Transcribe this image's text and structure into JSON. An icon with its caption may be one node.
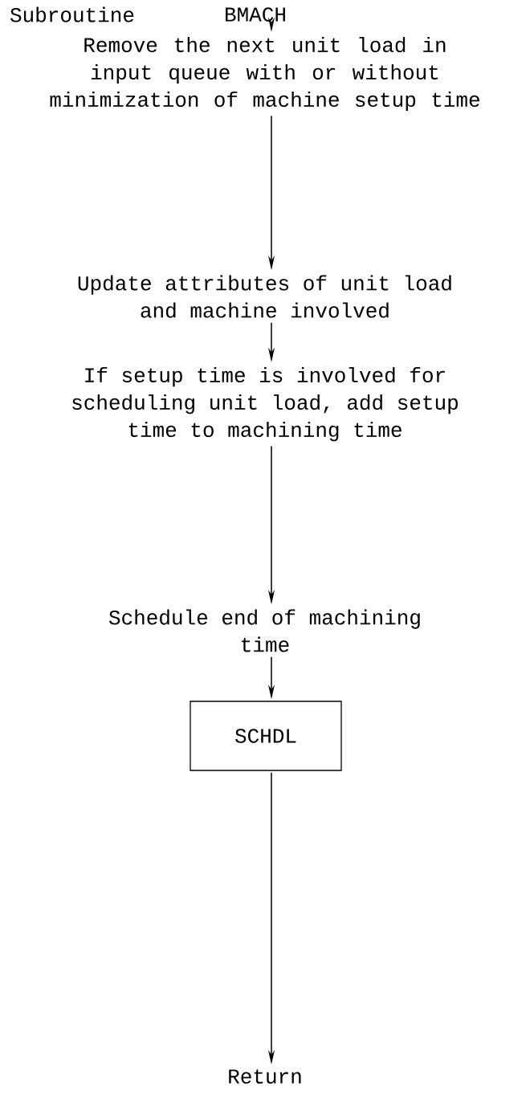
{
  "diagram": {
    "nodes": [
      {
        "text": [
          "BMACH"
        ]
      },
      {
        "text": [
          "Remove the next unit load in input queue with or without minimization of machine setup time"
        ]
      },
      {
        "text": [
          "Update attributes of unit load and machine involved"
        ]
      },
      {
        "text": [
          "If setup time is involved for scheduling unit load, add setup time to machining time"
        ]
      },
      {
        "text": [
          "Schedule end of machining time"
        ]
      },
      {
        "text": [
          "SCHDL"
        ]
      },
      {
        "text": [
          "Return"
        ]
      }
    ],
    "edges": [
      {
        "from": 0,
        "to": 1,
        "arrow": "to"
      },
      {
        "from": 1,
        "to": 2,
        "arrow": "to"
      },
      {
        "from": 2,
        "to": 3,
        "arrow": "to"
      },
      {
        "from": 3,
        "to": 4,
        "arrow": "to"
      },
      {
        "from": 4,
        "to": 5,
        "arrow": "to"
      },
      {
        "from": 5,
        "to": 6,
        "arrow": "to"
      }
    ],
    "labels": [
      "Subroutine"
    ]
  }
}
